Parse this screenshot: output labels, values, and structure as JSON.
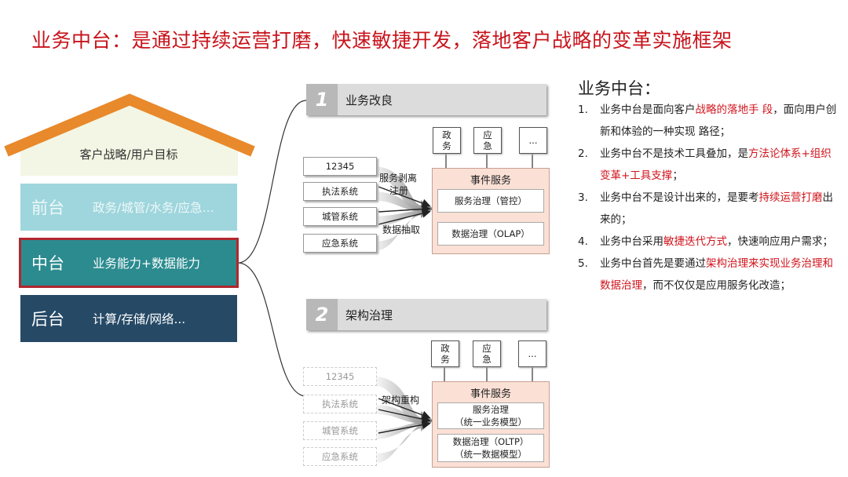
{
  "title": "业务中台：是通过持续运营打磨，快速敏捷开发，落地客户战略的变革实施框架",
  "colors": {
    "title": "#c8141c",
    "roof": "#e8892b",
    "front": "#9fd6dd",
    "middle": "#2b8b8f",
    "back": "#264a66",
    "highlight_border": "#b1272d",
    "panel_bg": "#fbe0d6"
  },
  "left": {
    "roof_label": "客户战略/用户目标",
    "layers": [
      {
        "name": "前台",
        "desc": "政务/城管/水务/应急..."
      },
      {
        "name": "中台",
        "desc": "业务能力+数据能力"
      },
      {
        "name": "后台",
        "desc": "计算/存储/网络..."
      }
    ]
  },
  "section1": {
    "number": "1",
    "title": "业务改良",
    "top_boxes": [
      "政务",
      "应急",
      "..."
    ],
    "sources": [
      "12345",
      "执法系统",
      "城管系统",
      "应急系统"
    ],
    "arrow_label_1": "服务剥离",
    "arrow_label_2": "注册",
    "arrow_label_3": "数据抽取",
    "panel_title": "事件服务",
    "inner_1": "服务治理（管控）",
    "inner_2": "数据治理（OLAP）"
  },
  "section2": {
    "number": "2",
    "title": "架构治理",
    "top_boxes": [
      "政务",
      "应急",
      "..."
    ],
    "sources": [
      "12345",
      "执法系统",
      "城管系统",
      "应急系统"
    ],
    "arrow_label": "架构重构",
    "panel_title": "事件服务",
    "inner_1_line1": "服务治理",
    "inner_1_line2": "（统一业务模型）",
    "inner_2_line1": "数据治理（OLTP）",
    "inner_2_line2": "（统一数据模型）"
  },
  "right": {
    "title": "业务中台：",
    "items": [
      {
        "n": "1.",
        "parts": [
          {
            "t": "业务中台是面向客户",
            "red": false
          },
          {
            "t": "战略的落地手 段",
            "red": true
          },
          {
            "t": "，面向用户创新和体验的一种实现 路径；",
            "red": false
          }
        ]
      },
      {
        "n": "2.",
        "parts": [
          {
            "t": "业务中台不是技术工具叠加，是",
            "red": false
          },
          {
            "t": "方法论体系+组织变革+工具支撑",
            "red": true
          },
          {
            "t": "；",
            "red": false
          }
        ]
      },
      {
        "n": "3.",
        "parts": [
          {
            "t": "业务中台不是设计出来的，是要考",
            "red": false
          },
          {
            "t": "持续运营打磨",
            "red": true
          },
          {
            "t": "出来的；",
            "red": false
          }
        ]
      },
      {
        "n": "4.",
        "parts": [
          {
            "t": "业务中台采用",
            "red": false
          },
          {
            "t": "敏捷迭代方式",
            "red": true
          },
          {
            "t": "，快速响应用户需求；",
            "red": false
          }
        ]
      },
      {
        "n": "5.",
        "parts": [
          {
            "t": "业务中台首先是要通过",
            "red": false
          },
          {
            "t": "架构治理来实现业务治理和数据治理",
            "red": true
          },
          {
            "t": "，而不仅仅是应用服务化改造；",
            "red": false
          }
        ]
      }
    ]
  }
}
